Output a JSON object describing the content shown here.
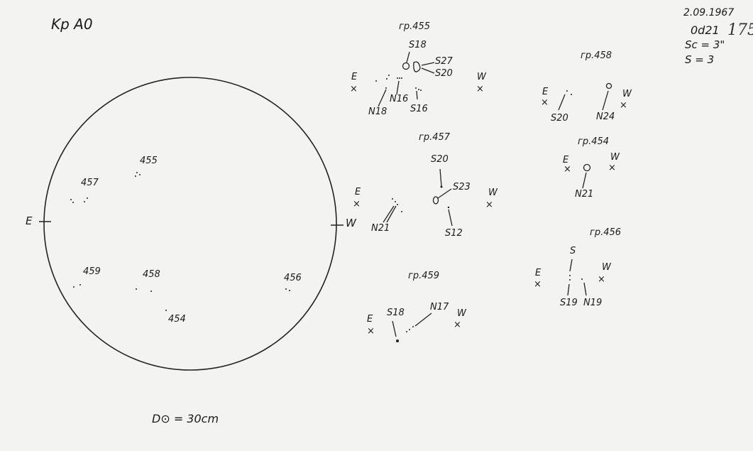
{
  "header": {
    "title": "Kp A0",
    "date": "2.09.1967",
    "time": "0d21",
    "page_number": "175",
    "scale": "Sc = 3\"",
    "seeing": "S = 3"
  },
  "disk": {
    "east_label": "E",
    "west_label": "W",
    "groups": [
      "455",
      "457",
      "459",
      "458",
      "454",
      "456"
    ],
    "diameter_note": "D⊙ = 30cm"
  },
  "group_455": {
    "title": "гр.455",
    "east": "E",
    "west": "W",
    "spots": [
      "S18",
      "S27",
      "S20",
      "N16",
      "N18",
      "S16"
    ]
  },
  "group_458": {
    "title": "гр.458",
    "east": "E",
    "west": "W",
    "spots": [
      "S20",
      "N24"
    ]
  },
  "group_457": {
    "title": "гр.457",
    "east": "E",
    "west": "W",
    "spots": [
      "S20",
      "S23",
      "N21",
      "S12"
    ]
  },
  "group_454": {
    "title": "гр.454",
    "east": "E",
    "west": "W",
    "spots": [
      "N21"
    ]
  },
  "group_456": {
    "title": "гр.456",
    "east": "E",
    "west": "W",
    "spots": [
      "S",
      "S19",
      "N19"
    ]
  },
  "group_459": {
    "title": "гр.459",
    "east": "E",
    "west": "W",
    "spots": [
      "S18",
      "N17"
    ]
  }
}
